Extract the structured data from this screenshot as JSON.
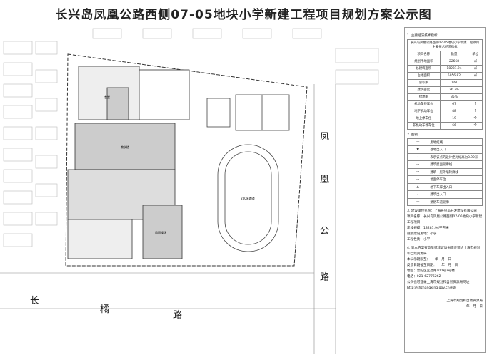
{
  "title": "长兴岛凤凰公路西侧07-05地块小学新建工程项目规划方案公示图",
  "roads": {
    "east": [
      "凤",
      "凰",
      "公",
      "路"
    ],
    "south": [
      "长",
      "橘",
      "路"
    ]
  },
  "drawing_labels": {
    "track": "200米跑道",
    "hall": "风雨操场",
    "teach": "教学楼",
    "canteen": "食堂"
  },
  "section1": {
    "heading": "1. 主要经济技术指标",
    "table_title": "长兴岛凤凰公路西侧07-05地块小学新建工程项目主要技术经济指标",
    "headers": [
      "项目名称",
      "数量",
      "单位"
    ],
    "rows": [
      [
        "规划用地面积",
        "22668",
        "㎡"
      ],
      [
        "总建筑面积",
        "18281.94",
        "㎡"
      ],
      [
        "占地面积",
        "5956.82",
        "㎡"
      ],
      [
        "容积率",
        "0.61",
        ""
      ],
      [
        "建筑密度",
        "26.3%",
        ""
      ],
      [
        "绿地率",
        "35%",
        ""
      ],
      [
        "机动车停车位",
        "67",
        "个"
      ],
      [
        "地下机动车位",
        "48",
        "个"
      ],
      [
        "地上停车位",
        "19",
        "个"
      ],
      [
        "非机动车停车位",
        "66",
        "个"
      ]
    ]
  },
  "section2": {
    "heading": "2. 图例",
    "items": [
      "用地红线",
      "基地出入口",
      "表示该点的设计绝对标高为3.90米",
      "建筑屋面轮廓线",
      "建筑一层外墙轮廓线",
      "地面停车位",
      "地下车库出入口",
      "建筑出入口",
      "消防车道轮廓"
    ]
  },
  "section3": [
    "3. 建设单位名称：上海长兴岛开发建设有限公司",
    "项目名称：长兴岛凤凰公路西侧07-05地块小学新建工程项目",
    "建设规模：18281.94平方米",
    "规划建设用地：小学",
    "工程性质：小学"
  ],
  "section4": [
    "4. 对本方案有意见或建议请书面反馈给上海市规划和自然资源局",
    "本公示期限至：　　年　月　日",
    "反馈日期截至日期：　　年　月　日",
    "地址：普陀区宜昌路100号2号楼",
    "电话：021-62776262",
    "公众也可登录上海市规划和自然资源局网址",
    "http://shzhangxing.gov.cn查询"
  ],
  "footer": {
    "org": "上海市规划和自然资源局",
    "date": "年　月　日"
  }
}
